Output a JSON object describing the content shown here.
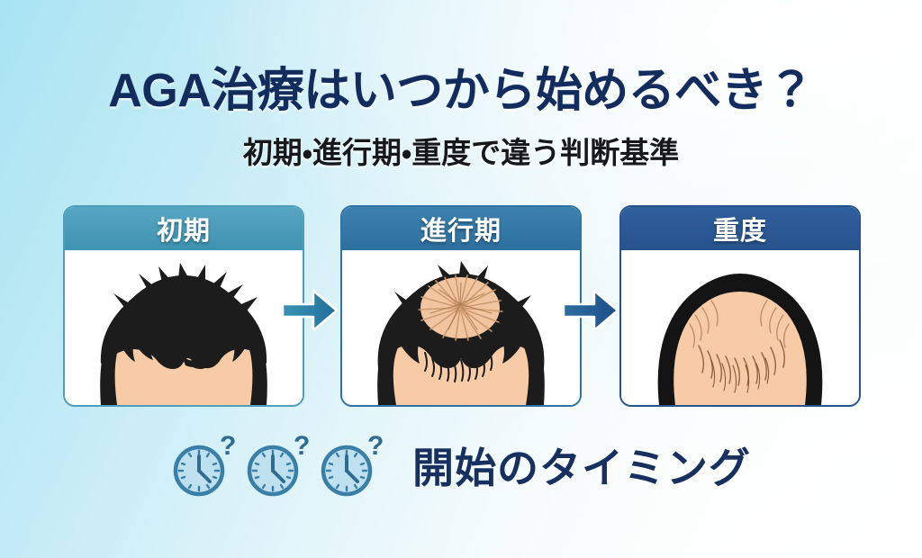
{
  "poster": {
    "title": "AGA治療はいつから始めるべき？",
    "subtitle": "初期・進行期・重度で違う判断基準",
    "bottom_label": "開始のタイミング",
    "background_start_color": "#a9e4f2",
    "background_end_color": "#ffffff",
    "title_color": "#132c5e",
    "subtitle_color": "#16181c"
  },
  "stages": [
    {
      "label": "初期",
      "header_color": "#3e93b2",
      "border_color": "#4e9fbd",
      "illustration": "head-early-stage",
      "hair_color": "#1c1c1c",
      "skin_color": "#f6cba6"
    },
    {
      "label": "進行期",
      "header_color": "#2d6f9e",
      "border_color": "#2f72a5",
      "illustration": "head-progressing-stage",
      "hair_color": "#1c1c1c",
      "skin_color": "#f6cba6"
    },
    {
      "label": "重度",
      "header_color": "#27538c",
      "border_color": "#27548f",
      "illustration": "head-severe-stage",
      "hair_color": "#141414",
      "skin_color": "#f6cba6"
    }
  ],
  "arrows": [
    {
      "name": "arrow-early-to-progressing",
      "color": "#2d80a8"
    },
    {
      "name": "arrow-progressing-to-severe",
      "color": "#245d95"
    }
  ],
  "clocks": [
    {
      "name": "clock-question-1",
      "ring_color": "#3a7fa8",
      "face_color": "#bfe0ee",
      "hour": 12,
      "minute": 20
    },
    {
      "name": "clock-question-2",
      "ring_color": "#3a7fa8",
      "face_color": "#bfe0ee",
      "hour": 12,
      "minute": 20
    },
    {
      "name": "clock-question-3",
      "ring_color": "#3a7fa8",
      "face_color": "#bfe0ee",
      "hour": 12,
      "minute": 20
    }
  ]
}
